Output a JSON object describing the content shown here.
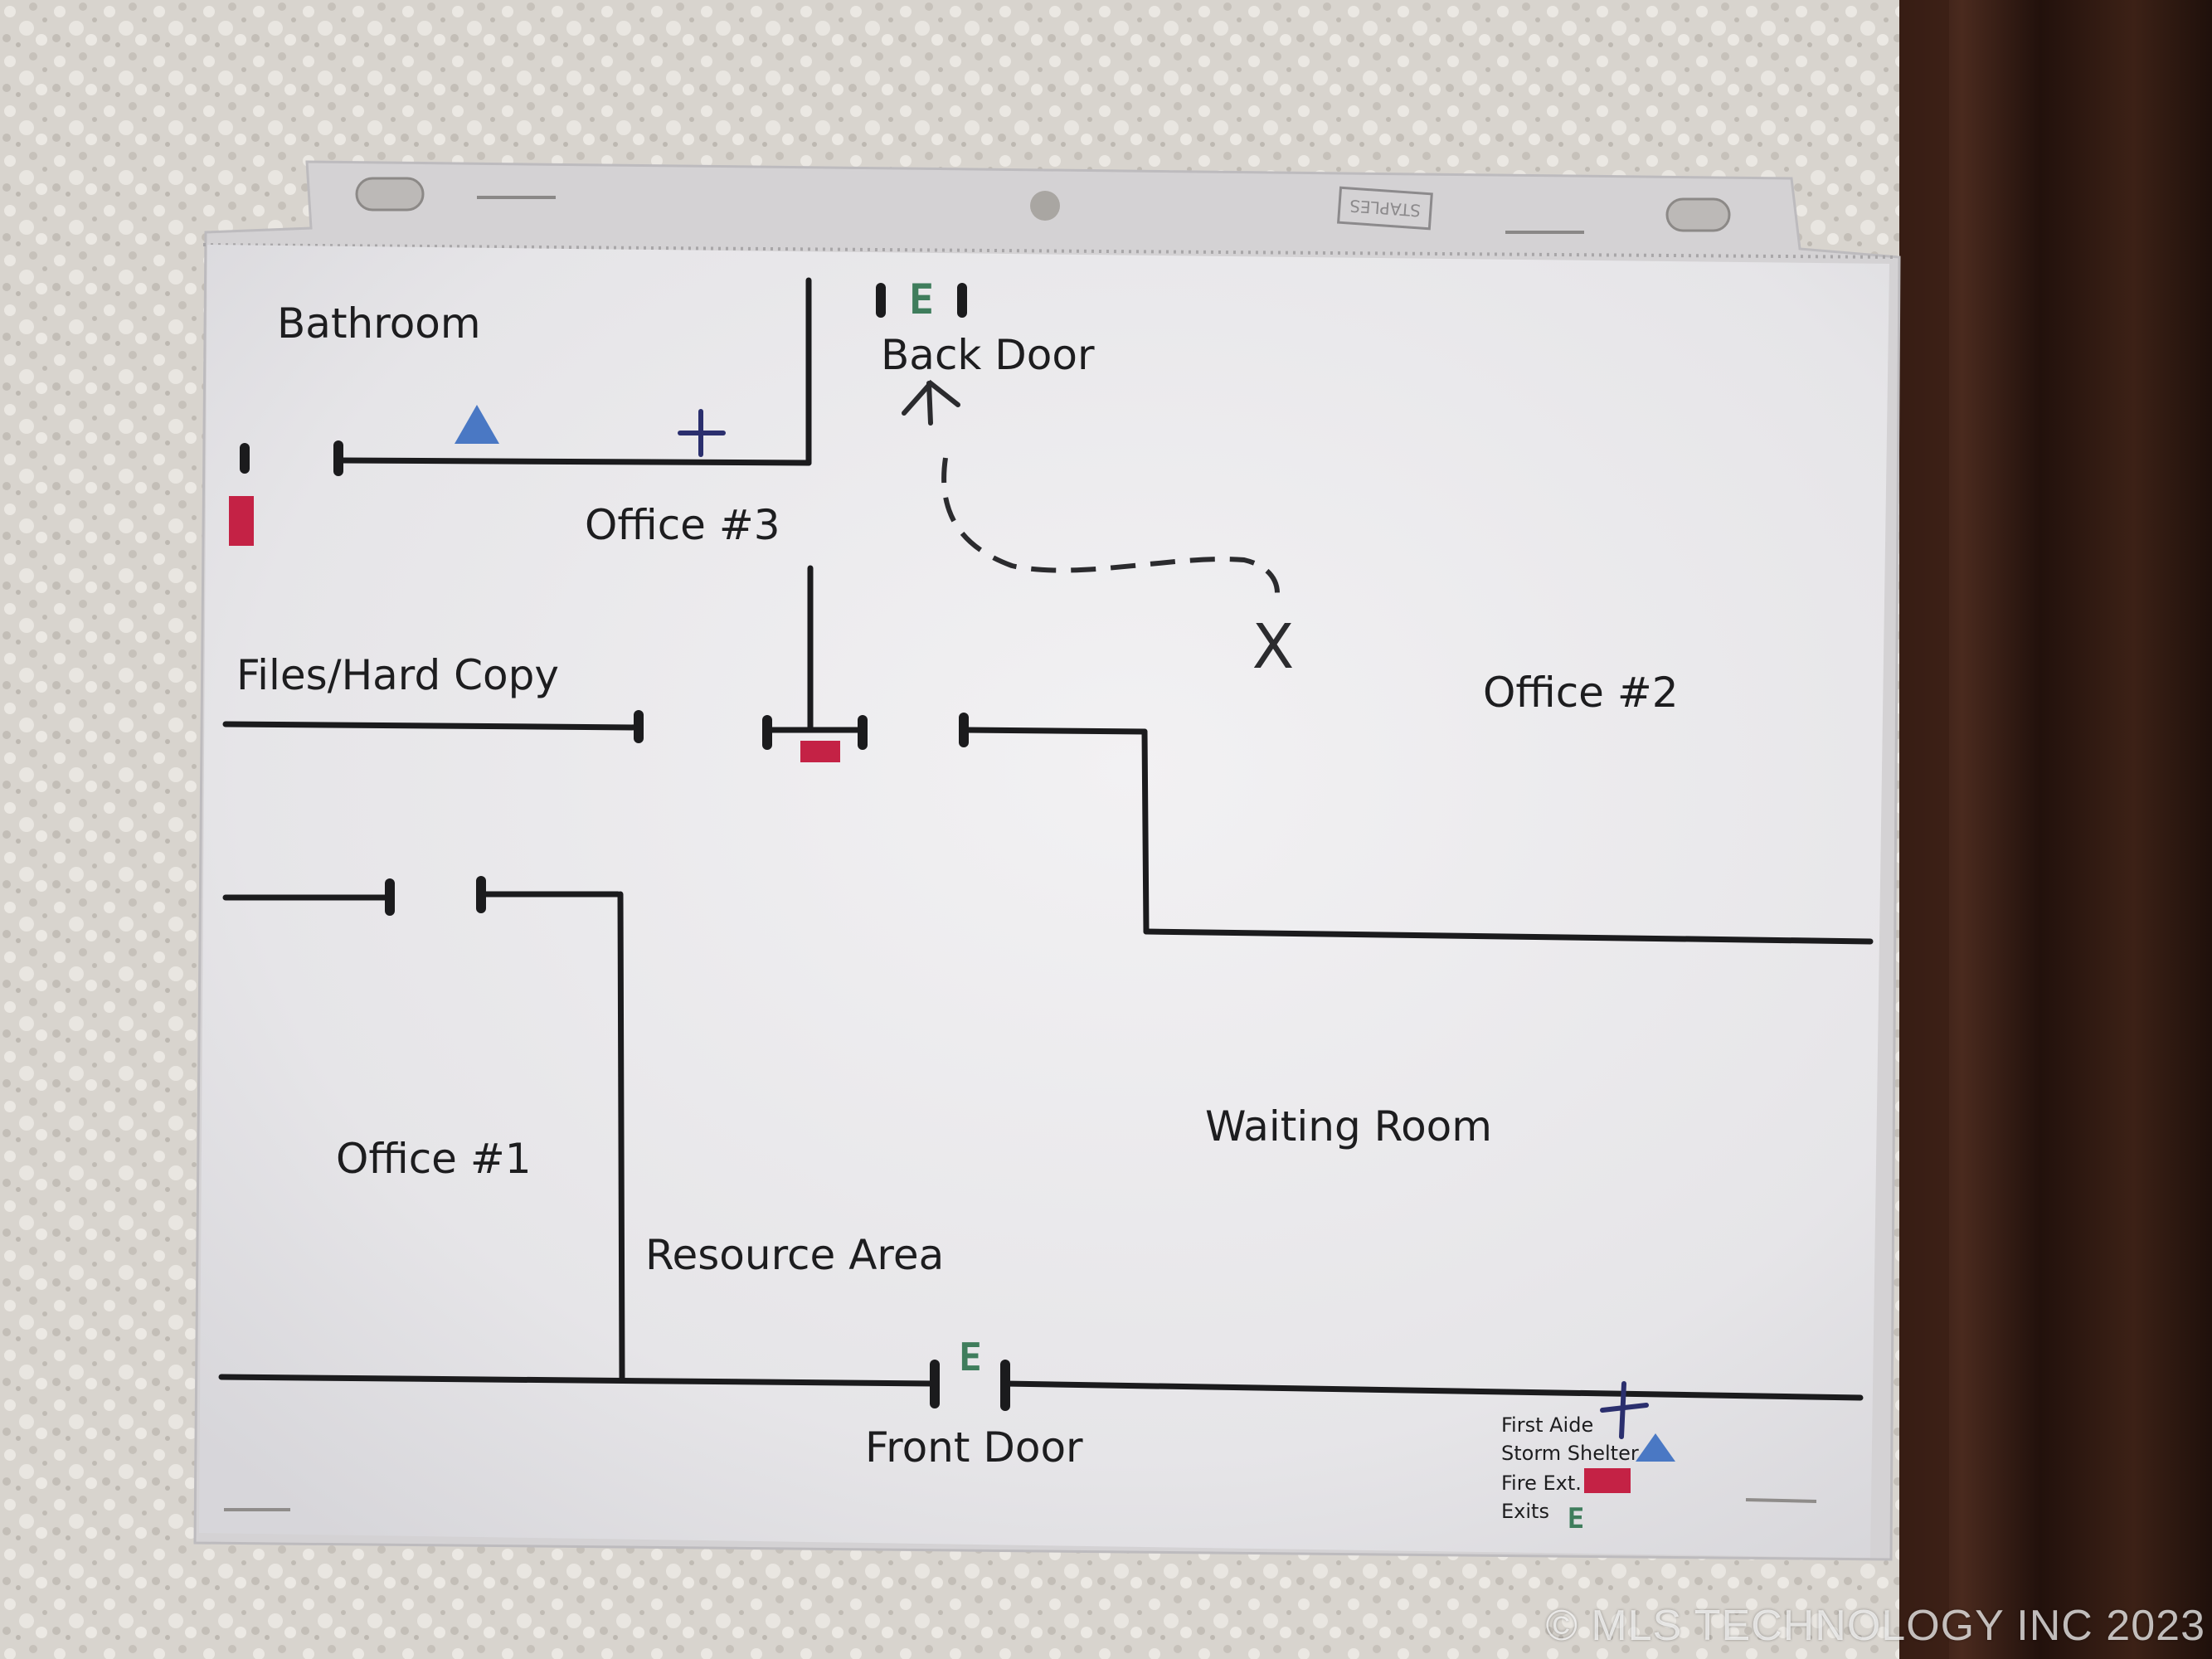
{
  "sign": {
    "rooms": {
      "bathroom": "Bathroom",
      "office3": "Office #3",
      "back_door": "Back Door",
      "files": "Files/Hard Copy",
      "office2": "Office #2",
      "office1": "Office #1",
      "resource": "Resource Area",
      "waiting": "Waiting Room",
      "front_door": "Front Door"
    },
    "exit_mark": "E",
    "you_are_here_mark": "X",
    "legend": [
      {
        "label": "First Aide",
        "symbol": "plus-icon",
        "color": "#2b2f6e"
      },
      {
        "label": "Storm Shelter",
        "symbol": "triangle-icon",
        "color": "#4a78c4"
      },
      {
        "label": "Fire Ext.",
        "symbol": "red-block-icon",
        "color": "#c42245"
      },
      {
        "label": "Exits",
        "symbol": "E",
        "color": "#3f7d5c"
      }
    ],
    "sleeve_stamp": "STAPLES"
  },
  "watermark": "© MLS TECHNOLOGY INC 2023"
}
